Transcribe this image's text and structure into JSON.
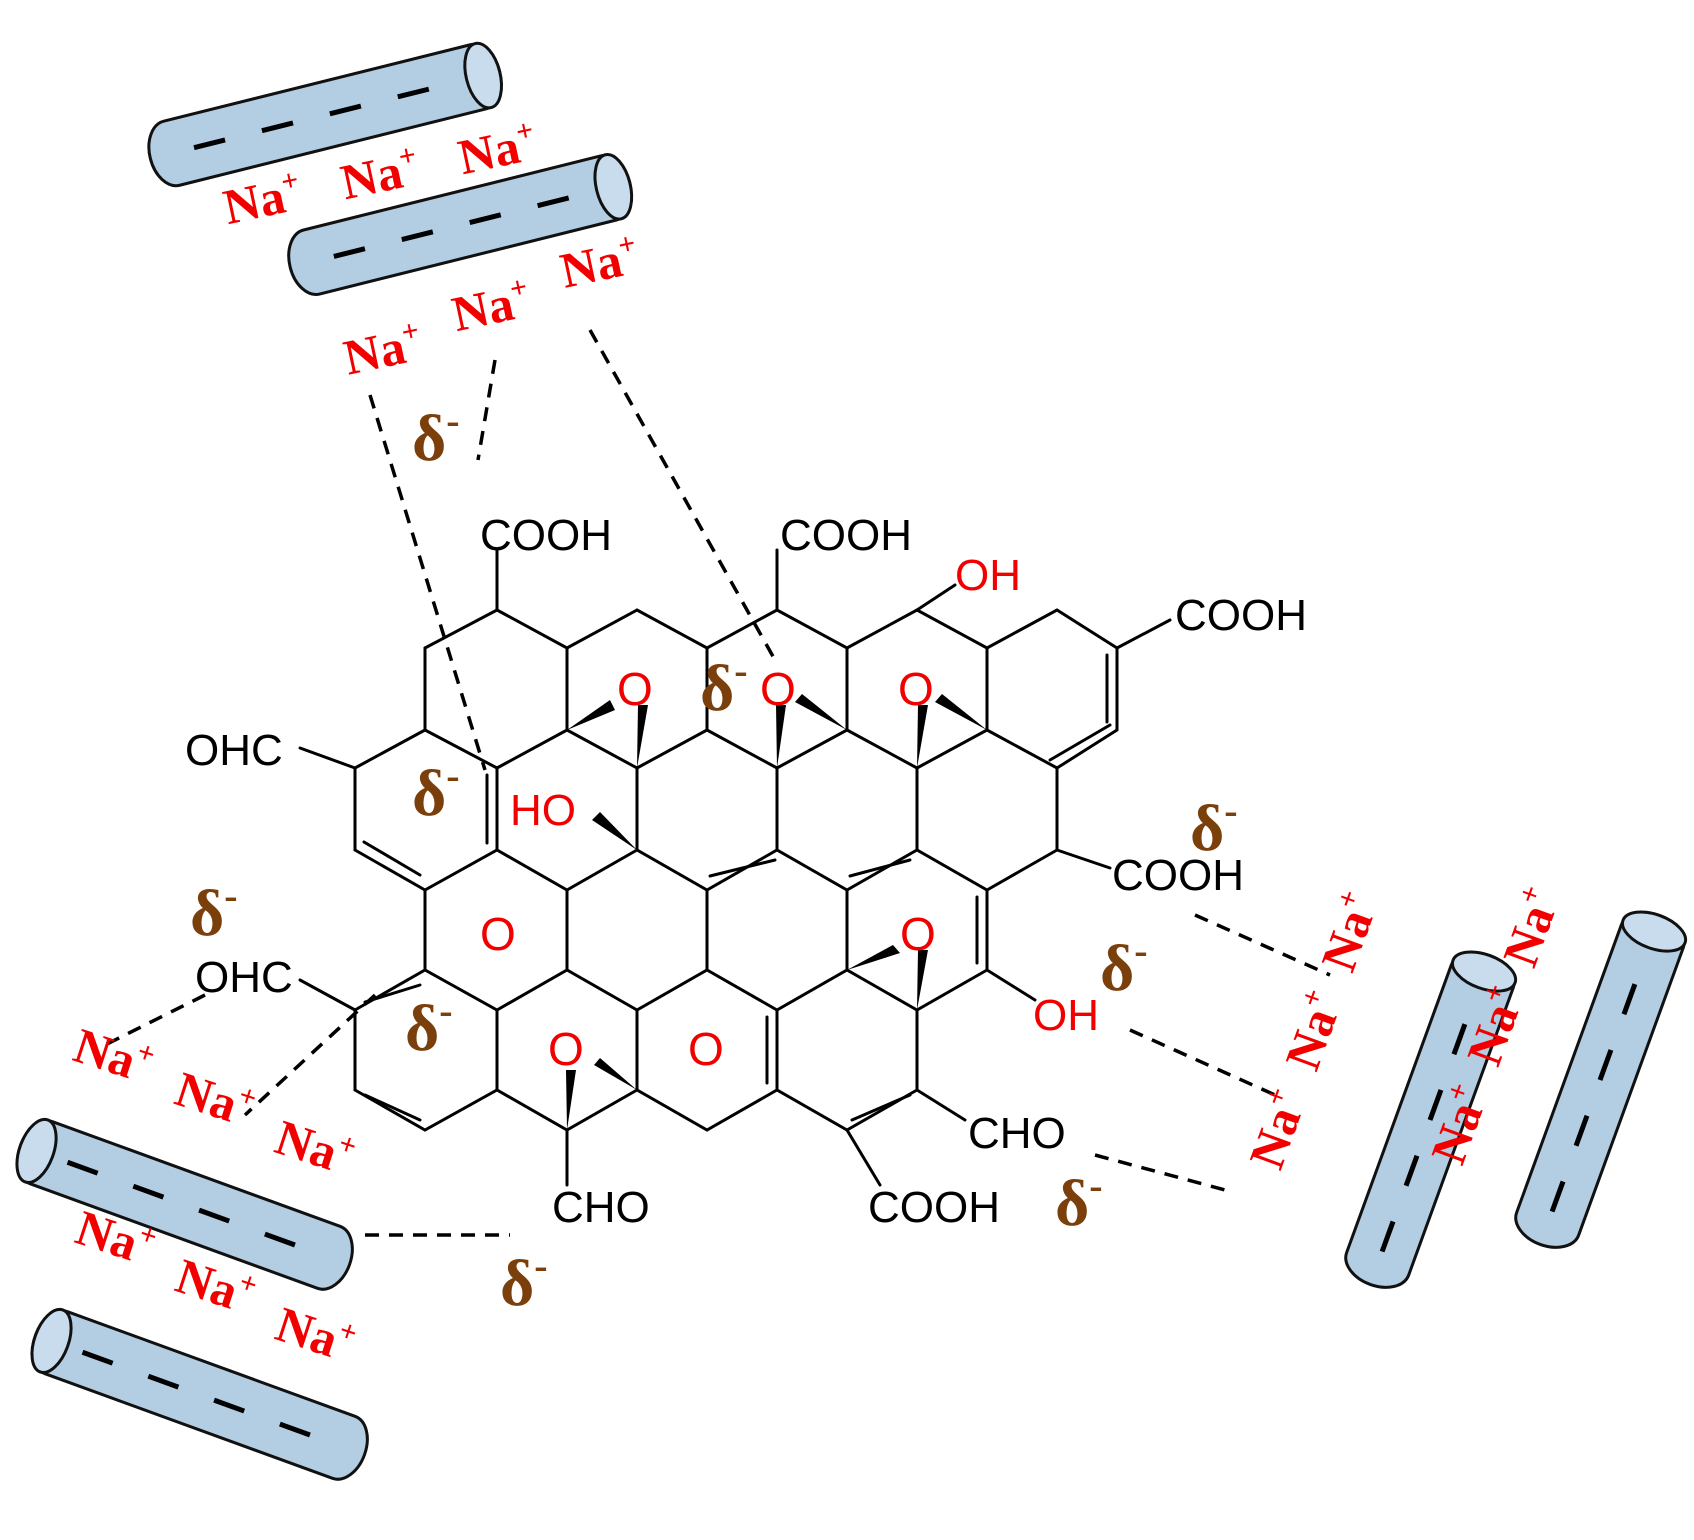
{
  "labels": {
    "sodium_ion": "Na",
    "sodium_charge": "+",
    "partial_charge": "δ",
    "partial_charge_sign": "-",
    "carboxyl": "COOH",
    "hydroxyl": "OH",
    "hydroxyl_left": "HO",
    "aldehyde_right": "CHO",
    "aldehyde_left": "OHC",
    "epoxide_oxygen": "O"
  },
  "colors": {
    "sodium_label": "#f20000",
    "partial_charge": "#7b3f0b",
    "oxygen_group": "#f20000",
    "platelet_fill": "#b3cde3",
    "bond_line": "#000000"
  },
  "platelet_charge_sign": "—"
}
